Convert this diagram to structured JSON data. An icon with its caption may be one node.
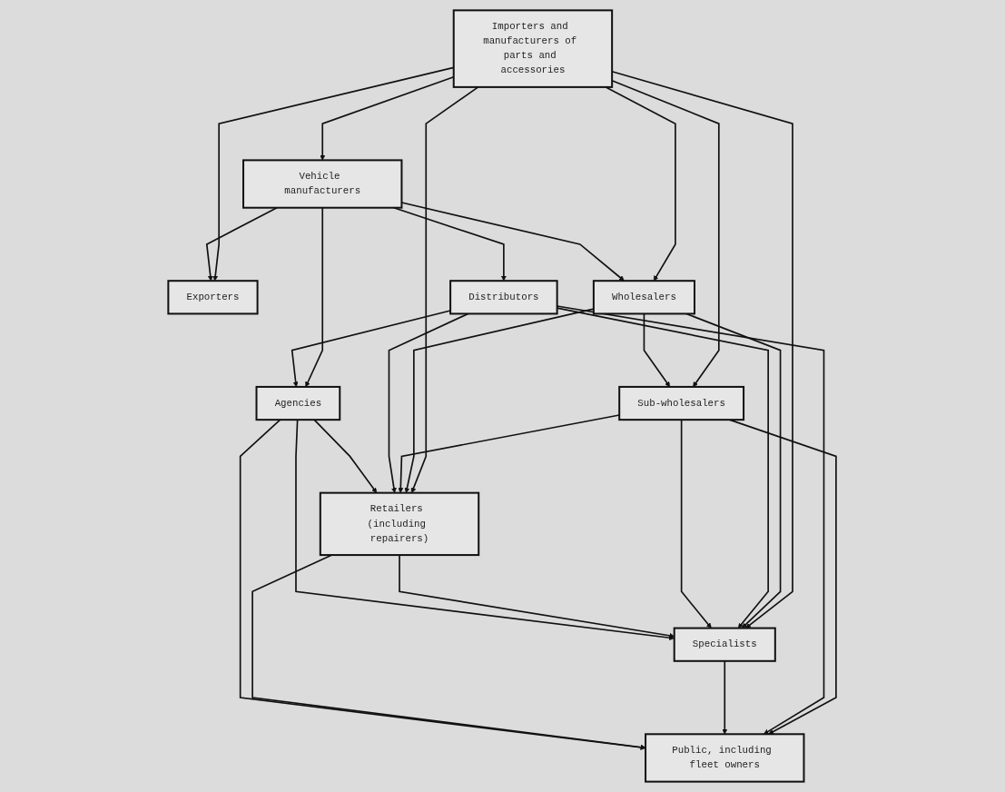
{
  "diagram": {
    "nodes": [
      {
        "text": [
          "Importers and manufacturers of parts and accessories"
        ]
      },
      {
        "text": [
          "Exporters"
        ]
      },
      {
        "text": [
          "Vehicle manufacturers"
        ]
      },
      {
        "text": [
          "Wholesalers"
        ]
      },
      {
        "text": [
          "Specialists"
        ]
      },
      {
        "text": [
          "Distributors"
        ]
      },
      {
        "text": [
          "Sub-wholesalers"
        ]
      },
      {
        "text": [
          "Retailers (including repairers)"
        ]
      },
      {
        "text": [
          "Agencies"
        ]
      },
      {
        "text": [
          "Public, including fleet owners"
        ]
      }
    ],
    "edges": [
      {
        "from": 0,
        "to": 1,
        "arrow": "to"
      },
      {
        "from": 2,
        "to": 1,
        "arrow": "to"
      },
      {
        "from": 0,
        "to": 2,
        "arrow": "to"
      },
      {
        "from": 0,
        "to": 4,
        "arrow": "to"
      },
      {
        "from": 0,
        "to": 3,
        "arrow": "to"
      },
      {
        "from": 2,
        "to": 3,
        "arrow": "to"
      },
      {
        "from": 2,
        "to": 5,
        "arrow": "to"
      },
      {
        "from": 2,
        "to": 8,
        "arrow": "to"
      },
      {
        "from": 0,
        "to": 6,
        "arrow": "to"
      },
      {
        "from": 0,
        "to": 7,
        "arrow": "to"
      },
      {
        "from": 3,
        "to": 4,
        "arrow": "to"
      },
      {
        "from": 3,
        "to": 6,
        "arrow": "to"
      },
      {
        "from": 3,
        "to": 7,
        "arrow": "to"
      },
      {
        "from": 5,
        "to": 4,
        "arrow": "to"
      },
      {
        "from": 6,
        "to": 4,
        "arrow": "to"
      },
      {
        "from": 6,
        "to": 7,
        "arrow": "to"
      },
      {
        "from": 6,
        "to": 9,
        "arrow": "to"
      },
      {
        "from": 7,
        "to": 4,
        "arrow": "to"
      },
      {
        "from": 5,
        "to": 7,
        "arrow": "to"
      },
      {
        "from": 5,
        "to": 8,
        "arrow": "to"
      },
      {
        "from": 5,
        "to": 9,
        "arrow": "to"
      },
      {
        "from": 8,
        "to": 7,
        "arrow": "to"
      },
      {
        "from": 8,
        "to": 4,
        "arrow": "to"
      },
      {
        "from": 4,
        "to": 9,
        "arrow": "to"
      },
      {
        "from": 7,
        "to": 9,
        "arrow": "to"
      },
      {
        "from": 8,
        "to": 9,
        "arrow": "to"
      }
    ]
  }
}
